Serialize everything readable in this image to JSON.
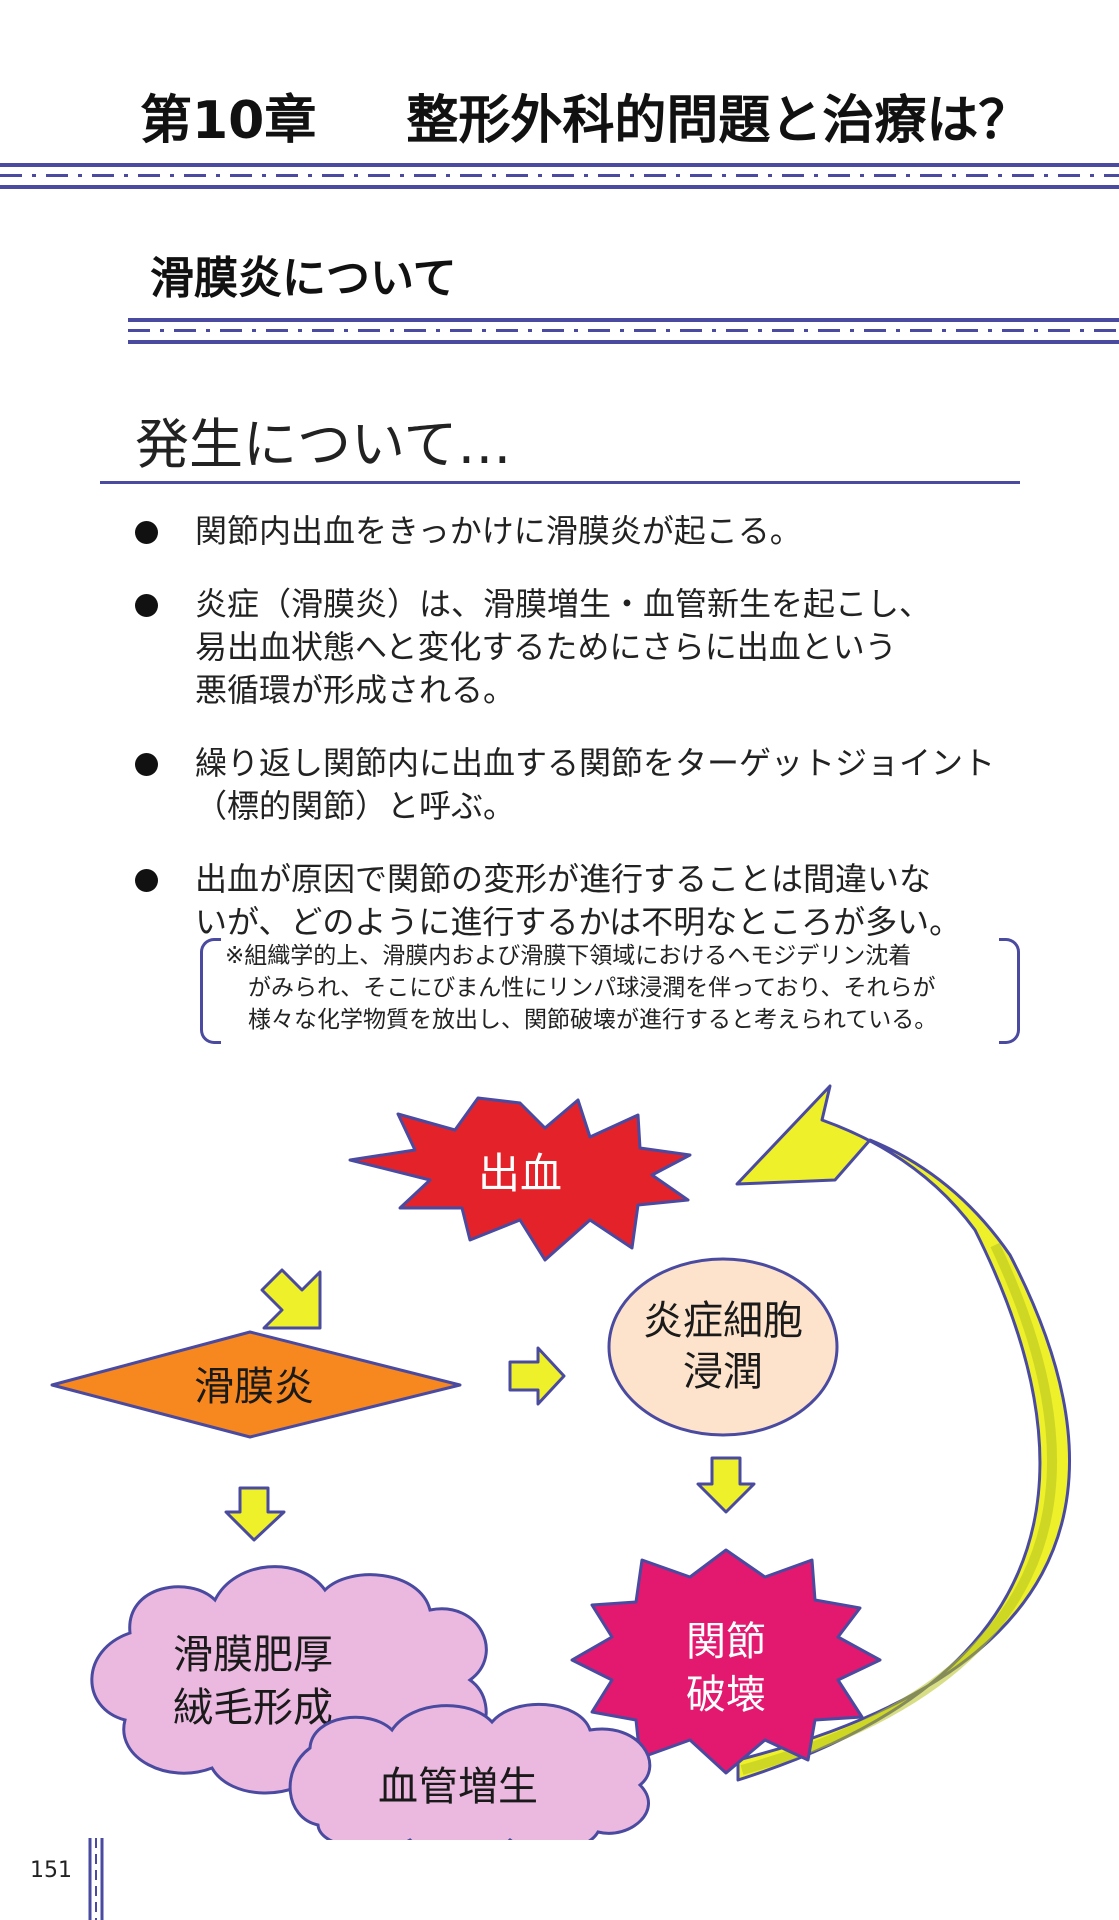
{
  "chapter": {
    "number": "第10章",
    "title": "整形外科的問題と治療は？"
  },
  "section": {
    "title": "滑膜炎について"
  },
  "subsection": {
    "title": "発生について…"
  },
  "bullets": [
    "関節内出血をきっかけに滑膜炎が起こる。",
    "炎症（滑膜炎）は、滑膜増生・血管新生を起こし、\n易出血状態へと変化するためにさらに出血という\n悪循環が形成される。",
    "繰り返し関節内に出血する関節をターゲットジョイント\n（標的関節）と呼ぶ。",
    "出血が原因で関節の変形が進行することは間違いな\nいが、どのように進行するかは不明なところが多い。"
  ],
  "note": "※組織学的上、滑膜内および滑膜下領域におけるヘモジデリン沈着\n　がみられ、そこにびまん性にリンパ球浸潤を伴っており、それらが\n　様々な化学物質を放出し、関節破壊が進行すると考えられている。",
  "diagram": {
    "bleeding": "出血",
    "synovitis": "滑膜炎",
    "inflammatory_cells": [
      "炎症細胞",
      "浸潤"
    ],
    "joint_destruction": [
      "関節",
      "破壊"
    ],
    "synovial_hypertrophy": [
      "滑膜肥厚",
      "絨毛形成"
    ],
    "angiogenesis": "血管増生"
  },
  "colors": {
    "rule": "#4a4aa0",
    "starburst_red": "#e4222a",
    "synovitis_orange": "#f7871f",
    "ellipse_fill": "#fde3cc",
    "starburst_pink": "#e3186f",
    "cloud_fill": "#ebb9e0",
    "arrow_yellow": "#eef02a",
    "outline": "#4a4aa0"
  },
  "page": {
    "number": "151"
  }
}
